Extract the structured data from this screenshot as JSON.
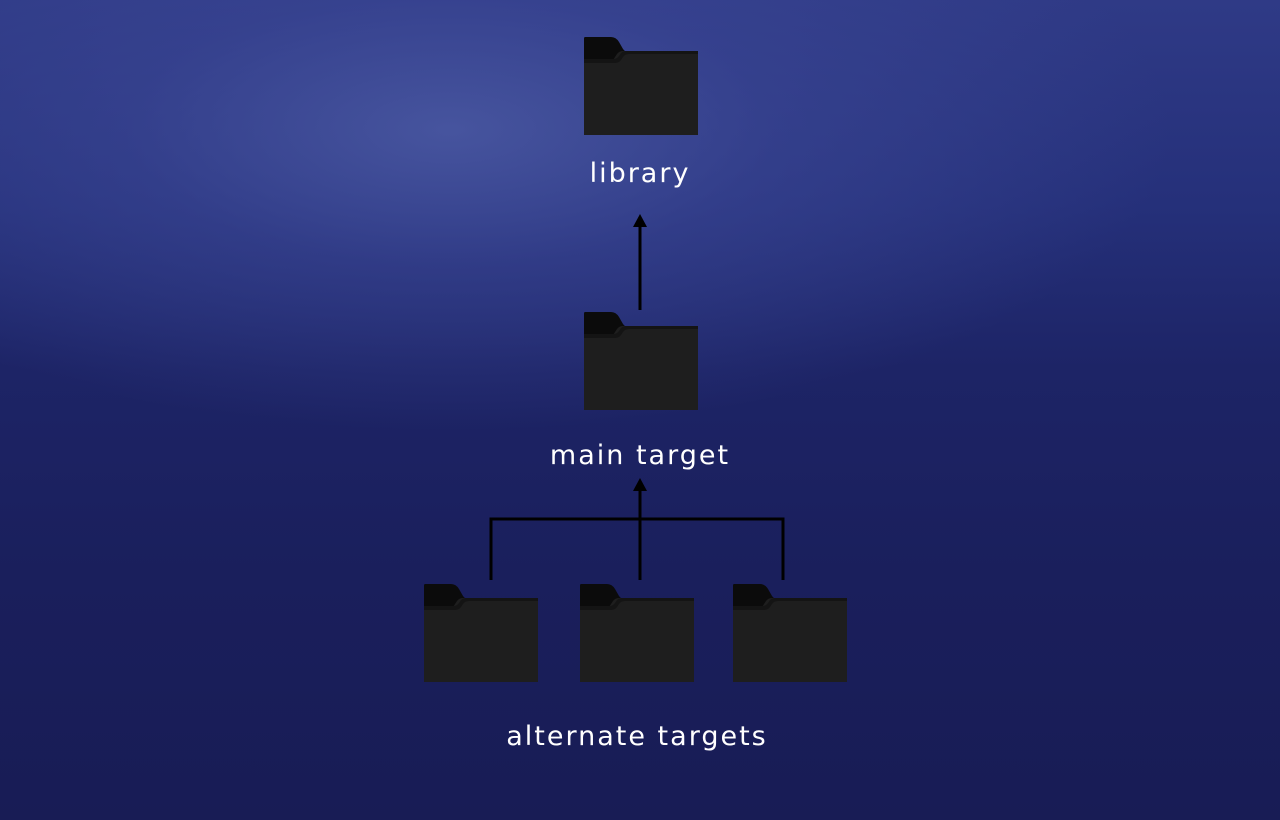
{
  "nodes": {
    "library": {
      "label": "library",
      "icon": "folder-icon"
    },
    "main_target": {
      "label": "main target",
      "icon": "folder-icon"
    },
    "alternate_targets": {
      "label": "alternate targets",
      "count": 3,
      "icon": "folder-icon"
    }
  },
  "colors": {
    "background_top": "#3b4890",
    "background_bottom": "#181c55",
    "folder_body": "#1f1f1f",
    "folder_tab": "#0b0b0b",
    "connector": "#000000",
    "label_text": "#ffffff"
  }
}
